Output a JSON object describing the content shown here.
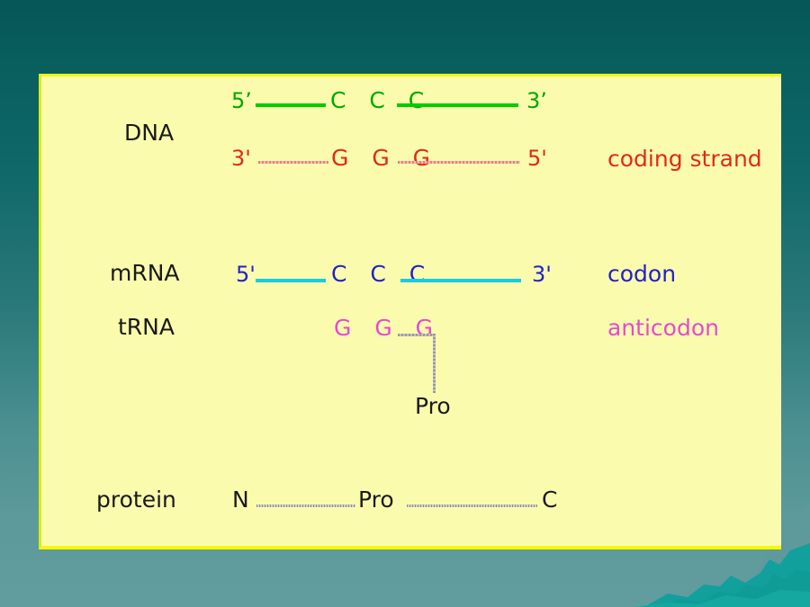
{
  "slide": {
    "background_top_color": "#065757",
    "background_bottom_color": "#629d9e",
    "panel_color": "#fbfbae",
    "panel_border_color": "#f2f800"
  },
  "rows": {
    "dna": {
      "label": "DNA",
      "template_strand": {
        "five_prime": "5’",
        "three_prime": "3’",
        "bases": "C C C",
        "color": "#00a800",
        "line_color": "#00cc00"
      },
      "coding_strand": {
        "three_prime": "3'",
        "five_prime": "5'",
        "bases": "G G G",
        "color": "#e02b17",
        "line_color": "#e8807a",
        "annotation": "coding strand"
      }
    },
    "mrna": {
      "label": "mRNA",
      "five_prime": "5'",
      "three_prime": "3'",
      "bases": "C C C",
      "color": "#2222c8",
      "line_color": "#16cbe8",
      "annotation": "codon"
    },
    "trna": {
      "label": "tRNA",
      "bases": "G G G",
      "color": "#e64ad0",
      "annotation": "anticodon",
      "amino_acid": "Pro",
      "connector_color": "#9a9a9a"
    },
    "protein": {
      "label": "protein",
      "n_terminus": "N",
      "c_terminus": "C",
      "residue": "Pro",
      "color": "#1a1a1a",
      "line_color": "#9a9a9a"
    }
  }
}
